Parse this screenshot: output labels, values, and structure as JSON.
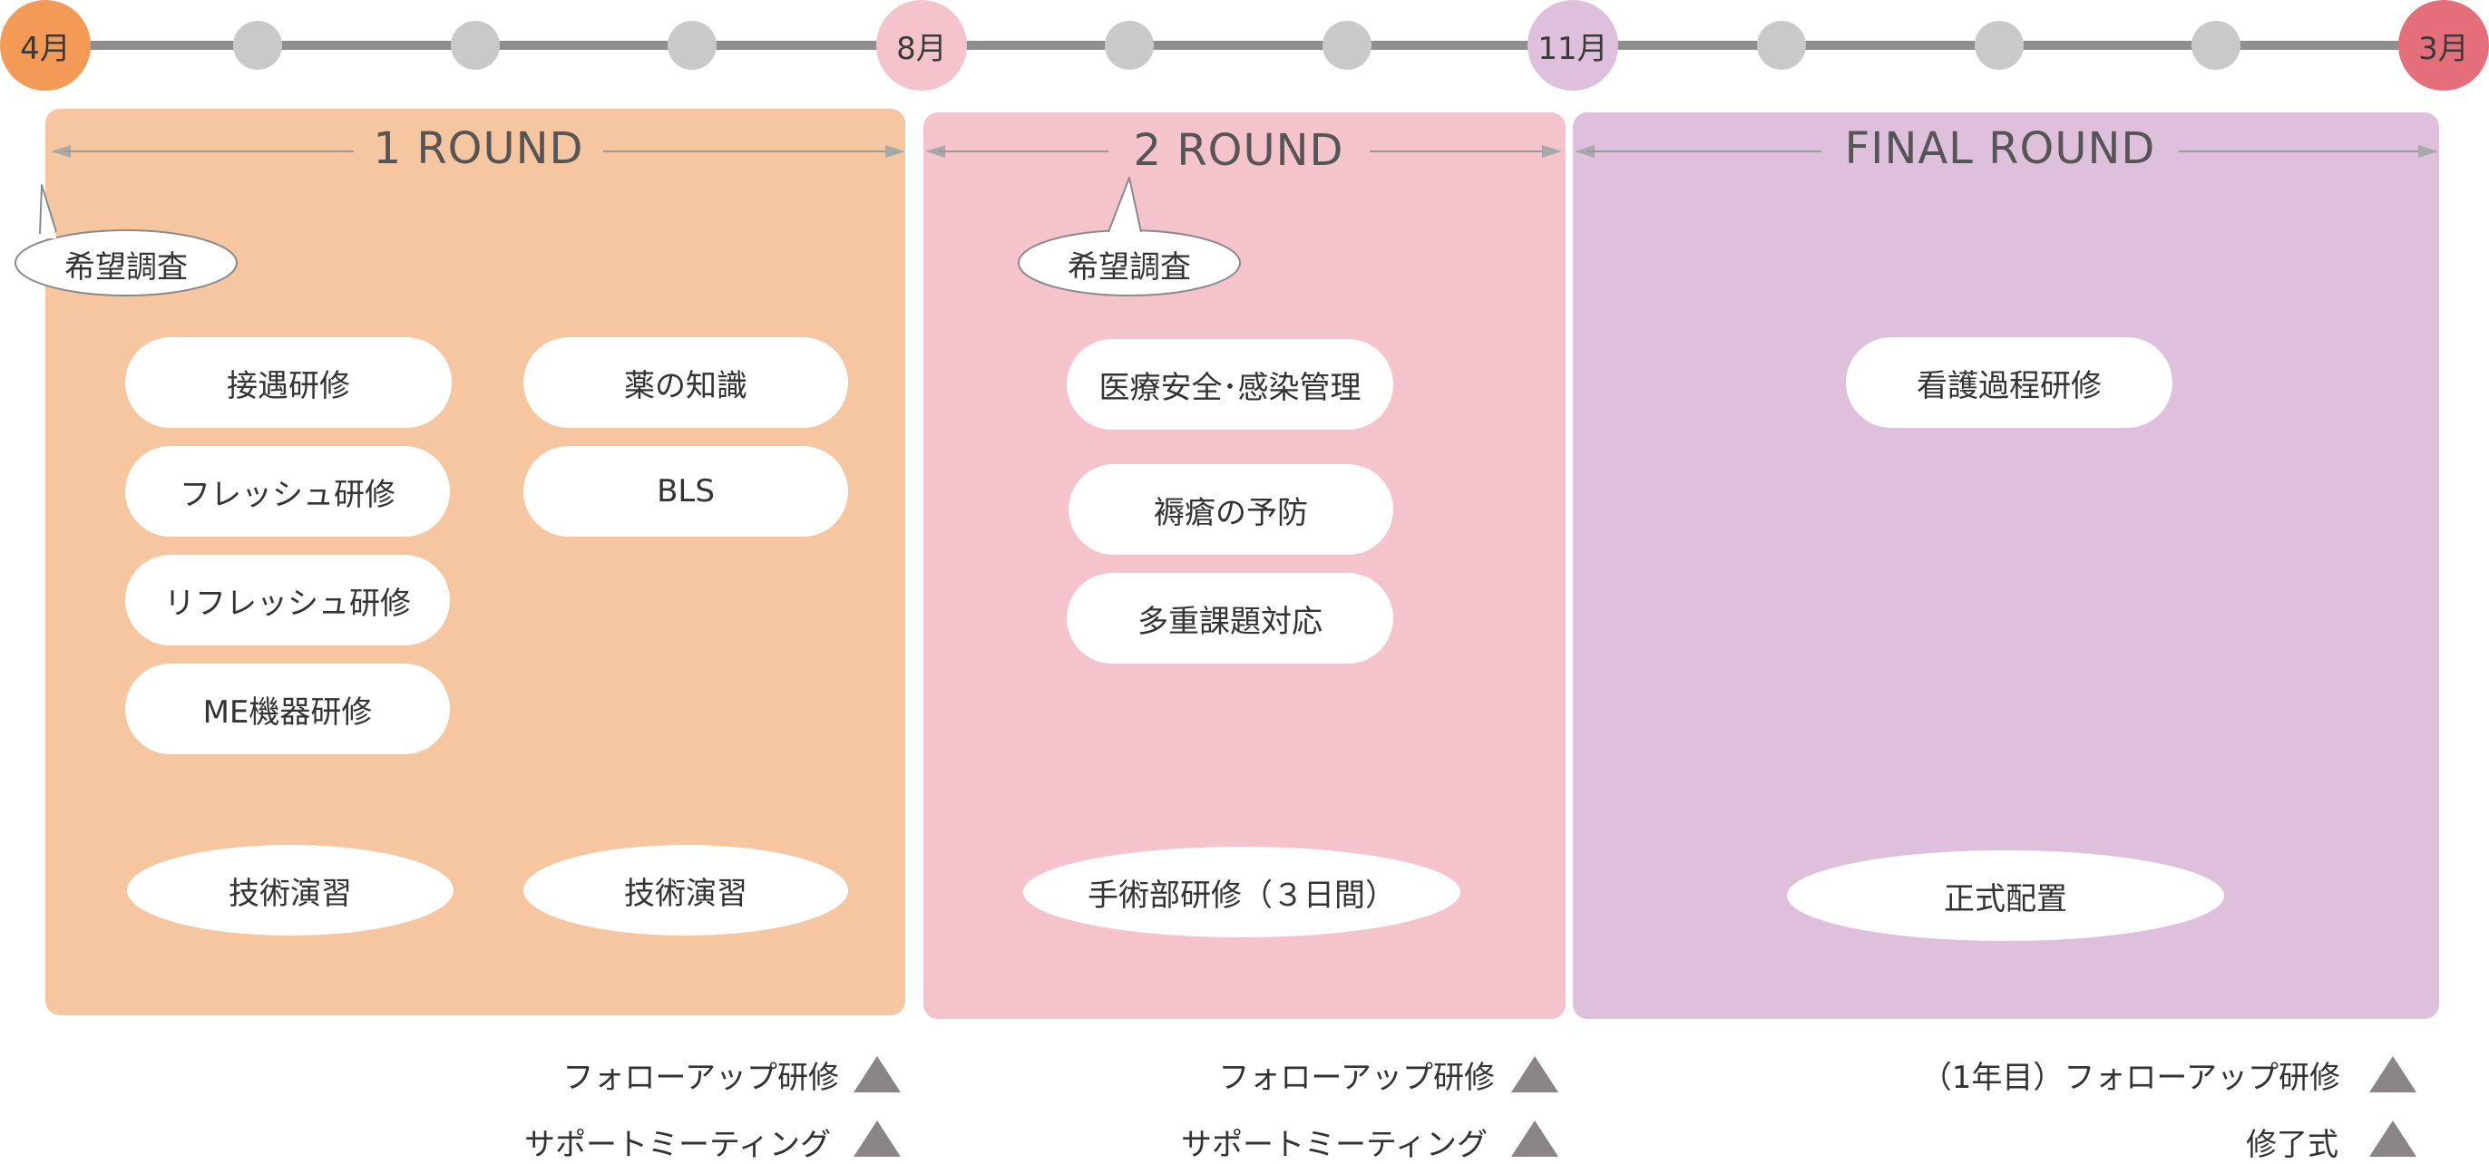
{
  "colors": {
    "month_april": "#f29a56",
    "month_august": "#f5c3cc",
    "month_november": "#dfc0dc",
    "month_march": "#e46f7a",
    "panel_round1": "#f6c6a1",
    "panel_round2": "#f5c3cc",
    "panel_final": "#dfc0dc",
    "timeline_dot": "#c9c9c9",
    "timeline_line": "#8e8e8e",
    "triangle": "#8a8584"
  },
  "timeline": {
    "months": [
      "4月",
      "8月",
      "11月",
      "3月"
    ]
  },
  "round1": {
    "title": "1 ROUND",
    "survey": "希望調査",
    "trainings": [
      "接遇研修",
      "フレッシュ研修",
      "リフレッシュ研修",
      "ME機器研修",
      "薬の知識",
      "BLS"
    ],
    "practice": [
      "技術演習",
      "技術演習"
    ]
  },
  "round2": {
    "title": "2 ROUND",
    "survey": "希望調査",
    "trainings": [
      "医療安全･感染管理",
      "褥瘡の予防",
      "多重課題対応"
    ],
    "surgery": "手術部研修（３日間）"
  },
  "final": {
    "title": "FINAL ROUND",
    "training": "看護過程研修",
    "placement": "正式配置"
  },
  "milestones": {
    "col1": [
      "フォローアップ研修",
      "サポートミーティング"
    ],
    "col2": [
      "フォローアップ研修",
      "サポートミーティング"
    ],
    "col3": [
      "（1年目）フォローアップ研修",
      "修了式"
    ]
  },
  "icons": [
    "triangle-marker-icon",
    "speech-bubble-icon",
    "double-arrow-icon"
  ]
}
